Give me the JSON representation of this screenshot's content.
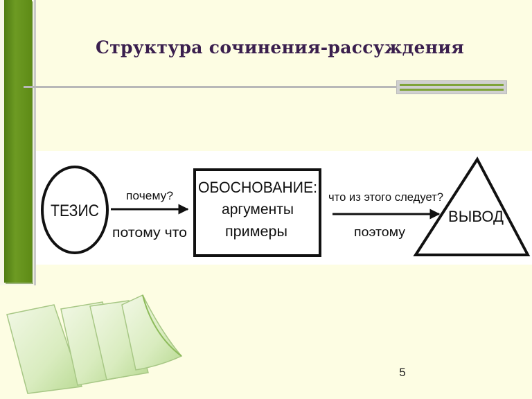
{
  "slide": {
    "title": "Структура сочинения-рассуждения",
    "page_number": "5"
  },
  "diagram": {
    "thesis": "ТЕЗИС",
    "arrow1_top": "почему?",
    "arrow1_bottom": "потому что",
    "justification_title": "ОБОСНОВАНИЕ:",
    "justification_line1": "аргументы",
    "justification_line2": "примеры",
    "arrow2_top": "что из этого следует?",
    "arrow2_bottom": "поэтому",
    "conclusion": "ВЫВОД"
  },
  "colors": {
    "accent_green": "#5e8b16",
    "background": "#fdfde3",
    "title": "#3a1f4e"
  }
}
